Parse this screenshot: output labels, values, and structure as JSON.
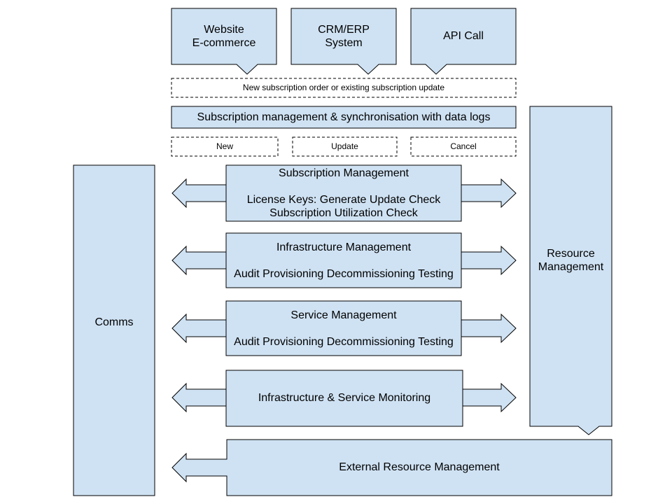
{
  "colors": {
    "box_fill": "#cfe2f3",
    "stroke": "#000000",
    "background": "#ffffff"
  },
  "sources": [
    {
      "label": "Website\nE-commerce"
    },
    {
      "label": "CRM/ERP\nSystem"
    },
    {
      "label": "API Call"
    }
  ],
  "order_note": "New subscription order or existing subscription update",
  "sync_bar": "Subscription management & synchronisation with data logs",
  "actions": {
    "new": "New",
    "update": "Update",
    "cancel": "Cancel"
  },
  "side": {
    "comms": "Comms",
    "resource": "Resource\nManagement"
  },
  "modules": {
    "subscription": {
      "title": "Subscription Management",
      "detail": "License Keys: Generate Update Check\nSubscription Utilization Check"
    },
    "infrastructure": {
      "title": "Infrastructure Management",
      "detail": "Audit Provisioning Decommissioning Testing"
    },
    "service": {
      "title": "Service Management",
      "detail": "Audit Provisioning Decommissioning Testing"
    },
    "monitoring": {
      "title": "Infrastructure & Service Monitoring"
    }
  },
  "external": "External Resource Management"
}
